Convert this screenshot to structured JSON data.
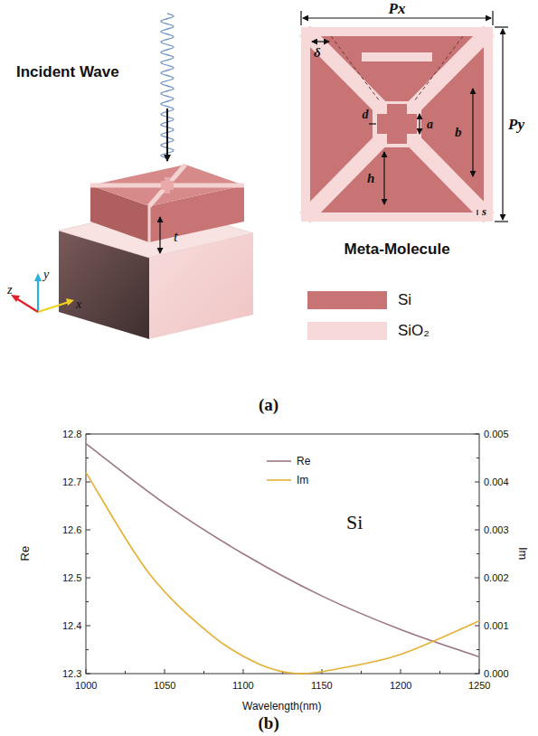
{
  "diagram": {
    "labels": [
      "Incident Wave",
      "t",
      "z",
      "y",
      "x",
      "Px",
      "Py",
      "δ",
      "d",
      "a",
      "b",
      "h",
      "s",
      "Meta-Molecule",
      "(a)",
      "(b)",
      "Re",
      "Im",
      "Wavelength(nm)",
      "Si",
      "12.3",
      "12.4",
      "12.5",
      "12.6",
      "12.7",
      "12.8",
      "0.000",
      "0.001",
      "0.002",
      "0.003",
      "0.004",
      "0.005",
      "1000",
      "1050",
      "1100",
      "1150",
      "1200",
      "1250"
    ],
    "legend": [
      {
        "text": "Si",
        "color": "#c87474"
      },
      {
        "text": "SiO₂",
        "color": "#f7d9d9"
      },
      {
        "text": "Re"
      },
      {
        "text": "Im"
      }
    ]
  }
}
